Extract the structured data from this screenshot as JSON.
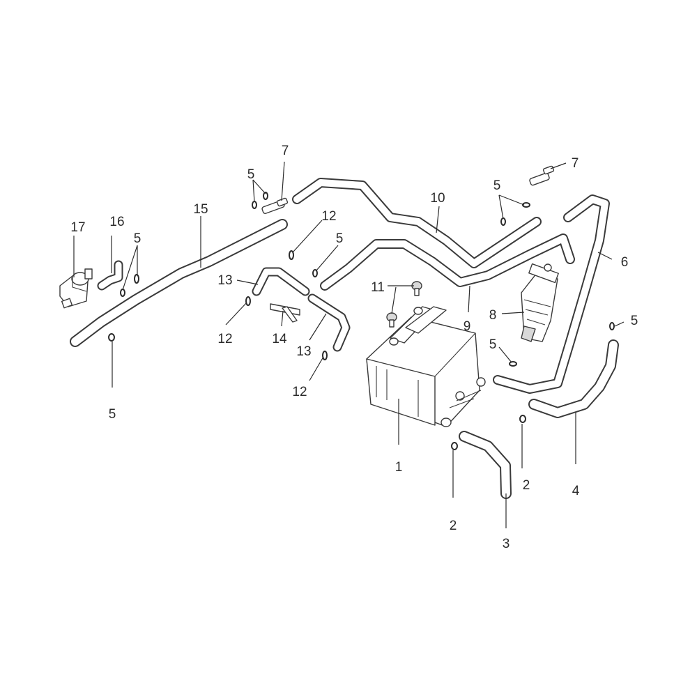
{
  "figure": {
    "type": "exploded parts diagram",
    "colors": {
      "line": "#3a3a3a",
      "background": "#ffffff",
      "callout_text": "#2b2b2b"
    },
    "callouts": [
      "1",
      "2",
      "2",
      "3",
      "4",
      "5",
      "5",
      "5",
      "5",
      "5",
      "5",
      "5",
      "6",
      "7",
      "7",
      "8",
      "9",
      "10",
      "11",
      "12",
      "12",
      "12",
      "13",
      "13",
      "14",
      "15",
      "16",
      "17"
    ]
  }
}
